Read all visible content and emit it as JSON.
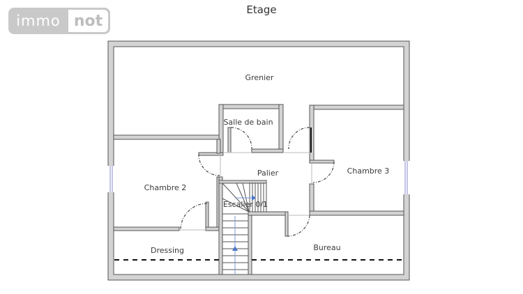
{
  "logo": {
    "left": "immo",
    "right": "not"
  },
  "title": "Etage",
  "rooms": {
    "grenier": "Grenier",
    "salle_de_bain": "Salle de bain",
    "palier": "Palier",
    "chambre3": "Chambre 3",
    "chambre2": "Chambre 2",
    "escalier": "Escalier 0/1",
    "dressing": "Dressing",
    "bureau": "Bureau"
  },
  "colors": {
    "wall_fill": "#d0d0d0",
    "wall_stroke": "#555555",
    "window": "#8888cc",
    "stair_arrow": "#4a78c8",
    "logo_bg": "#c9c9c9"
  }
}
